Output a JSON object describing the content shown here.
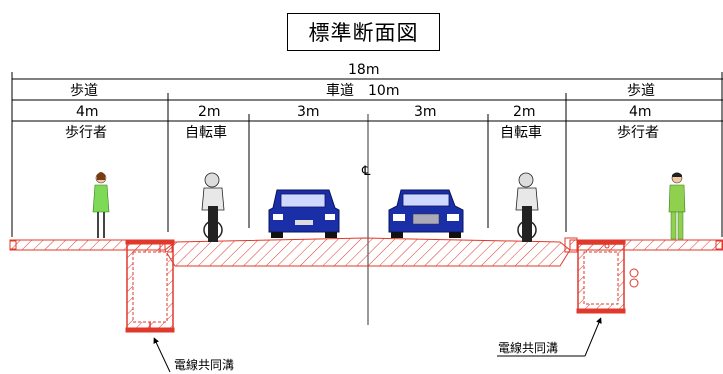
{
  "title": "標準断面図",
  "dimensions": {
    "total": "18m",
    "sidewalk_left": "歩道",
    "roadway": "車道　10m",
    "sidewalk_right": "歩道",
    "sub_widths": [
      "4m",
      "2m",
      "3m",
      "3m",
      "2m",
      "4m"
    ],
    "zone_labels": [
      "歩行者",
      "自転車",
      "",
      "",
      "自転車",
      "歩行者"
    ]
  },
  "centerline_symbol": "℄",
  "utility_trench_label_left": "電線共同溝",
  "utility_trench_label_right": "電線共同溝",
  "colors": {
    "section_hatch": "#e0392b",
    "car_body": "#1a2ea8",
    "pedestrian_left": "#7ed957",
    "pedestrian_right": "#8fd14f",
    "line": "#000000"
  }
}
